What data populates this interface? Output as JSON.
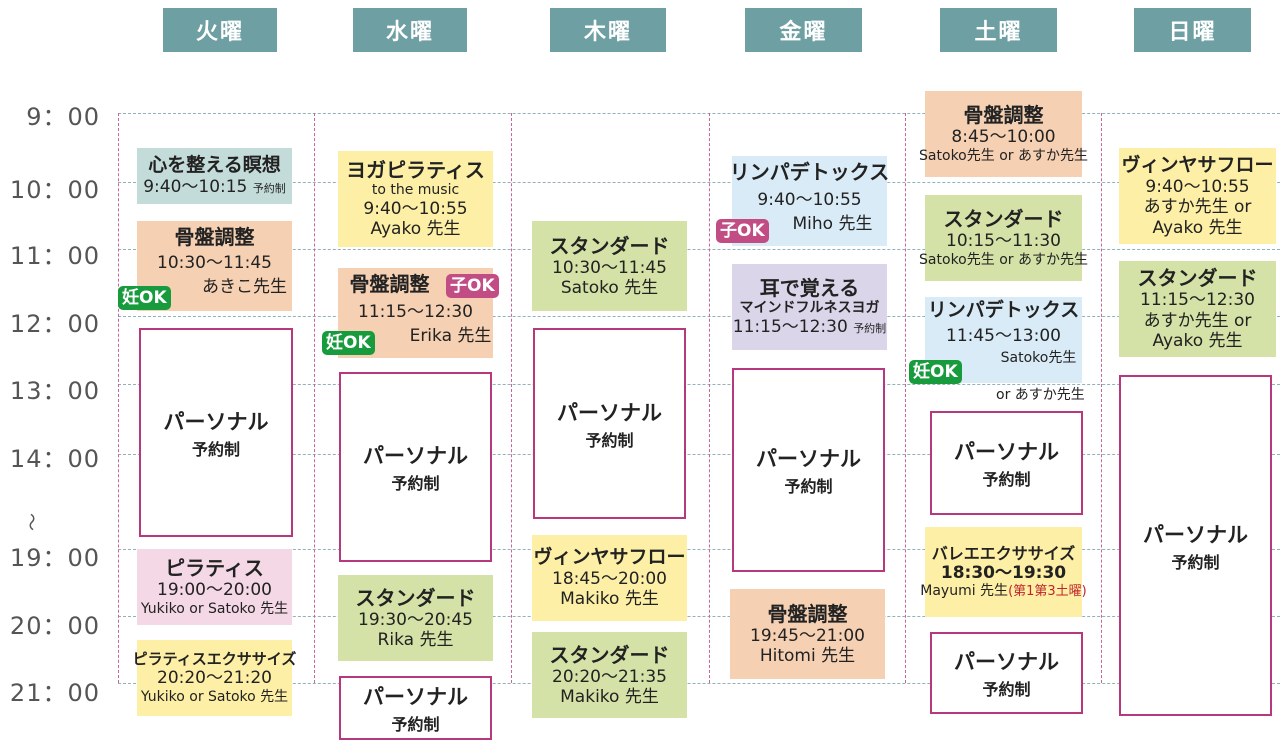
{
  "days": [
    "火曜",
    "水曜",
    "木曜",
    "金曜",
    "土曜",
    "日曜"
  ],
  "times": [
    "9：00",
    "10：00",
    "11：00",
    "12：00",
    "13：00",
    "14：00",
    "〜",
    "19：00",
    "20：00",
    "21：00"
  ],
  "colors": {
    "teal": "#6e9fa3",
    "green": "#d4e2a7",
    "peach": "#f5d0b3",
    "yellow": "#fdf0a6",
    "blue": "#d9ebf7",
    "purple": "#dbd5ea",
    "pink": "#f4d8e5",
    "teal_block": "#c4dcd9",
    "badge_green": "#179b3c",
    "badge_pink": "#c24c84"
  },
  "personal": {
    "title": "パーソナル",
    "sub": "予約制"
  },
  "badges": {
    "pregnant": "妊OK",
    "child": "子OK"
  },
  "tue": {
    "c1": {
      "title": "心を整える瞑想",
      "time": "9:40～10:15",
      "note": "予約制"
    },
    "c2": {
      "title": "骨盤調整",
      "time": "10:30～11:45",
      "teacher": "あきこ先生"
    },
    "c3": {
      "title": "ピラティス",
      "time": "19:00～20:00",
      "teacher": "Yukiko or Satoko 先生"
    },
    "c4": {
      "title": "ピラティスエクササイズ",
      "time": "20:20～21:20",
      "teacher": "Yukiko or Satoko 先生"
    }
  },
  "wed": {
    "c1": {
      "title": "ヨガピラティス",
      "sub": "to the music",
      "time": "9:40～10:55",
      "teacher": "Ayako 先生"
    },
    "c2": {
      "title": "骨盤調整",
      "time": "11:15～12:30",
      "teacher": "Erika 先生"
    },
    "c3": {
      "title": "スタンダード",
      "time": "19:30～20:45",
      "teacher": "Rika 先生"
    }
  },
  "thu": {
    "c1": {
      "title": "スタンダード",
      "time": "10:30～11:45",
      "teacher": "Satoko 先生"
    },
    "c2": {
      "title": "ヴィンヤサフロー",
      "time": "18:45～20:00",
      "teacher": "Makiko 先生"
    },
    "c3": {
      "title": "スタンダード",
      "time": "20:20～21:35",
      "teacher": "Makiko 先生"
    }
  },
  "fri": {
    "c1": {
      "title": "リンパデトックス",
      "time": "9:40～10:55",
      "teacher": "Miho 先生"
    },
    "c2": {
      "title": "耳で覚える",
      "sub": "マインドフルネスヨガ",
      "time": "11:15～12:30",
      "note": "予約制"
    },
    "c3": {
      "title": "骨盤調整",
      "time": "19:45～21:00",
      "teacher": "Hitomi 先生"
    }
  },
  "sat": {
    "c1": {
      "title": "骨盤調整",
      "time": "8:45～10:00",
      "teacher": "Satoko先生 or あすか先生"
    },
    "c2": {
      "title": "スタンダード",
      "time": "10:15～11:30",
      "teacher": "Satoko先生 or あすか先生"
    },
    "c3": {
      "title": "リンパデトックス",
      "time": "11:45～13:00",
      "teacher1": "Satoko先生",
      "teacher2": "or あすか先生"
    },
    "c4": {
      "title": "バレエエクササイズ",
      "time": "18:30～19:30",
      "teacher": "Mayumi 先生",
      "note": "(第1第3土曜)"
    }
  },
  "sun": {
    "c1": {
      "title": "ヴィンヤサフロー",
      "time": "9:40～10:55",
      "teacher1": "あすか先生 or",
      "teacher2": "Ayako 先生"
    },
    "c2": {
      "title": "スタンダード",
      "time": "11:15～12:30",
      "teacher1": "あすか先生 or",
      "teacher2": "Ayako 先生"
    }
  }
}
